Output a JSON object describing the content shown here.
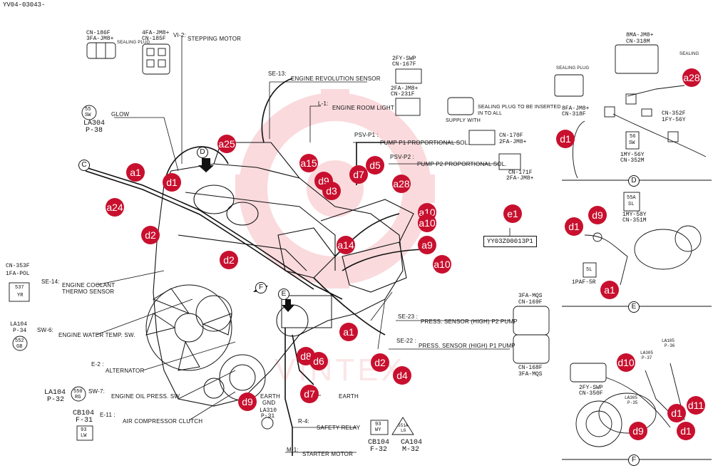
{
  "header": {
    "drawing_code": "YV04-03043-"
  },
  "part_number": "YY03Z00013P1",
  "labels": [
    {
      "id": "vi2",
      "text": "VI-2:"
    },
    {
      "id": "stepping",
      "text": "STEPPING MOTOR"
    },
    {
      "id": "se13",
      "text": "SE-13:"
    },
    {
      "id": "ers",
      "text": "ENGINE REVOLUTION SENSOR"
    },
    {
      "id": "l1",
      "text": "L-1:"
    },
    {
      "id": "erl",
      "text": "ENGINE ROOM LIGHT"
    },
    {
      "id": "sealplug",
      "text": "SEALING PLUG TO BE INSERTED"
    },
    {
      "id": "inall",
      "text": "IN TO ALL"
    },
    {
      "id": "supply",
      "text": "SUPPLY WITH"
    },
    {
      "id": "psvp1",
      "text": "PSV-P1 :"
    },
    {
      "id": "pp1",
      "text": "PUMP P1 PROPORTIONAL SOL."
    },
    {
      "id": "psvp2",
      "text": "PSV-P2 :"
    },
    {
      "id": "pp2",
      "text": "PUMP P2 PROPORTIONAL SOL."
    },
    {
      "id": "glow",
      "text": "GLOW"
    },
    {
      "id": "se14",
      "text": "SE-14:"
    },
    {
      "id": "ects",
      "text": "ENGINE COOLANT"
    },
    {
      "id": "ects2",
      "text": "THERMO SENSOR"
    },
    {
      "id": "sw6",
      "text": "SW-6:"
    },
    {
      "id": "ewt",
      "text": "ENGINE WATER TEMP. SW."
    },
    {
      "id": "e2",
      "text": "E-2 :"
    },
    {
      "id": "alt",
      "text": "ALTERNATOR"
    },
    {
      "id": "sw7",
      "text": "SW-7:"
    },
    {
      "id": "eop",
      "text": "ENGINE OIL PRESS. SW."
    },
    {
      "id": "e11",
      "text": "E-11 :"
    },
    {
      "id": "acc",
      "text": "AIR COMPRESSOR CLUTCH"
    },
    {
      "id": "earth1",
      "text": "EARTH"
    },
    {
      "id": "gnd",
      "text": "GND"
    },
    {
      "id": "earth2",
      "text": "EARTH"
    },
    {
      "id": "r4",
      "text": "R-4:"
    },
    {
      "id": "safety",
      "text": "SAFETY RELAY"
    },
    {
      "id": "m1",
      "text": "M-1:"
    },
    {
      "id": "starter",
      "text": "STARTER MOTOR"
    },
    {
      "id": "se23",
      "text": "SE-23 :"
    },
    {
      "id": "p2pump",
      "text": "PRESS. SENSOR (HIGH) P2 PUMP"
    },
    {
      "id": "se22",
      "text": "SE-22 :"
    },
    {
      "id": "p1pump",
      "text": "PRESS. SENSOR (HIGH) P1 PUMP"
    },
    {
      "id": "sealing",
      "text": "SEALING PLUG"
    },
    {
      "id": "sealing2",
      "text": "SEALING PLUG"
    },
    {
      "id": "sealing3",
      "text": "SEALING"
    },
    {
      "id": "watermark",
      "text": "VINTEX"
    }
  ],
  "codes": [
    {
      "id": "c1",
      "text": "CN-186F"
    },
    {
      "id": "c2",
      "text": "3FA-JM8+"
    },
    {
      "id": "c3",
      "text": "4FA-JM8+"
    },
    {
      "id": "c4",
      "text": "CN-185F"
    },
    {
      "id": "c5",
      "text": "2FY-SWP"
    },
    {
      "id": "c6",
      "text": "CN-167F"
    },
    {
      "id": "c7",
      "text": "2FA-JM8+"
    },
    {
      "id": "c8",
      "text": "CN-231F"
    },
    {
      "id": "c9",
      "text": "CN-170F"
    },
    {
      "id": "c10",
      "text": "2FA-JM8+"
    },
    {
      "id": "c11",
      "text": "CN-171F"
    },
    {
      "id": "c12",
      "text": "2FA-JM8+"
    },
    {
      "id": "c13",
      "text": "LA304"
    },
    {
      "id": "c14",
      "text": "P-38"
    },
    {
      "id": "c15",
      "text": "CN-353F"
    },
    {
      "id": "c16",
      "text": "1FA-POL"
    },
    {
      "id": "c17",
      "text": "LA104"
    },
    {
      "id": "c18",
      "text": "P-34"
    },
    {
      "id": "c19",
      "text": "LA104"
    },
    {
      "id": "c20",
      "text": "P-32"
    },
    {
      "id": "c21",
      "text": "CB104"
    },
    {
      "id": "c22",
      "text": "F-31"
    },
    {
      "id": "c23",
      "text": "LA310"
    },
    {
      "id": "c24",
      "text": "P-31"
    },
    {
      "id": "c25",
      "text": "CB104"
    },
    {
      "id": "c26",
      "text": "F-32"
    },
    {
      "id": "c27",
      "text": "CA104"
    },
    {
      "id": "c28",
      "text": "M-32"
    },
    {
      "id": "c29",
      "text": "3FA-MQS"
    },
    {
      "id": "c30",
      "text": "CN-169F"
    },
    {
      "id": "c31",
      "text": "CN-168F"
    },
    {
      "id": "c32",
      "text": "3FA-MQS"
    },
    {
      "id": "c33",
      "text": "8MA-JM8+"
    },
    {
      "id": "c34",
      "text": "CN-318M"
    },
    {
      "id": "c35",
      "text": "8FA-JM8+"
    },
    {
      "id": "c36",
      "text": "CN-318F"
    },
    {
      "id": "c37",
      "text": "CN-352F"
    },
    {
      "id": "c38",
      "text": "1FY-56Y"
    },
    {
      "id": "c39",
      "text": "1MY-56Y"
    },
    {
      "id": "c40",
      "text": "CN-352M"
    },
    {
      "id": "c41",
      "text": "1MY-58Y"
    },
    {
      "id": "c42",
      "text": "CN-351M"
    },
    {
      "id": "c43",
      "text": "1PAF-5R"
    },
    {
      "id": "c44",
      "text": "LA105"
    },
    {
      "id": "c45",
      "text": "P-36"
    },
    {
      "id": "c46",
      "text": "LA305"
    },
    {
      "id": "c47",
      "text": "P-37"
    },
    {
      "id": "c48",
      "text": "LA305"
    },
    {
      "id": "c49",
      "text": "P-35"
    },
    {
      "id": "c50",
      "text": "2FY-SWP"
    },
    {
      "id": "c51",
      "text": "CN-350F"
    }
  ],
  "pin_marks": [
    {
      "id": "p1",
      "text": "55"
    },
    {
      "id": "p2",
      "text": "SW"
    },
    {
      "id": "p3",
      "text": "537"
    },
    {
      "id": "p4",
      "text": "YR"
    },
    {
      "id": "p5",
      "text": "552"
    },
    {
      "id": "p6",
      "text": "GB"
    },
    {
      "id": "p7",
      "text": "550"
    },
    {
      "id": "p8",
      "text": "RG"
    },
    {
      "id": "p9",
      "text": "93"
    },
    {
      "id": "p10",
      "text": "LW"
    },
    {
      "id": "p11",
      "text": "93"
    },
    {
      "id": "p12",
      "text": "WY"
    },
    {
      "id": "p13",
      "text": "551A"
    },
    {
      "id": "p14",
      "text": "LG"
    },
    {
      "id": "p15",
      "text": "55A"
    },
    {
      "id": "p16",
      "text": "SL"
    },
    {
      "id": "p17",
      "text": "56"
    },
    {
      "id": "p18",
      "text": "SW"
    },
    {
      "id": "p19",
      "text": "5L"
    }
  ],
  "view_markers": [
    {
      "id": "vC",
      "text": "C"
    },
    {
      "id": "vD",
      "text": "D"
    },
    {
      "id": "vE",
      "text": "E"
    },
    {
      "id": "vF",
      "text": "F"
    },
    {
      "id": "vD2",
      "text": "D"
    },
    {
      "id": "vE2",
      "text": "E"
    },
    {
      "id": "vF2",
      "text": "F"
    }
  ],
  "callouts": [
    {
      "id": "k1",
      "text": "a25"
    },
    {
      "id": "k2",
      "text": "a1"
    },
    {
      "id": "k3",
      "text": "d1"
    },
    {
      "id": "k4",
      "text": "a24"
    },
    {
      "id": "k5",
      "text": "d2"
    },
    {
      "id": "k6",
      "text": "d2"
    },
    {
      "id": "k7",
      "text": "a15"
    },
    {
      "id": "k8",
      "text": "d9"
    },
    {
      "id": "k9",
      "text": "d3"
    },
    {
      "id": "k10",
      "text": "d7"
    },
    {
      "id": "k11",
      "text": "d5"
    },
    {
      "id": "k12",
      "text": "a28"
    },
    {
      "id": "k13",
      "text": "a14"
    },
    {
      "id": "k14",
      "text": "a10"
    },
    {
      "id": "k15",
      "text": "a10"
    },
    {
      "id": "k16",
      "text": "a9"
    },
    {
      "id": "k17",
      "text": "a10"
    },
    {
      "id": "k18",
      "text": "e1"
    },
    {
      "id": "k19",
      "text": "a1"
    },
    {
      "id": "k20",
      "text": "d8"
    },
    {
      "id": "k21",
      "text": "d6"
    },
    {
      "id": "k22",
      "text": "d2"
    },
    {
      "id": "k23",
      "text": "d4"
    },
    {
      "id": "k24",
      "text": "d7"
    },
    {
      "id": "k25",
      "text": "d9"
    },
    {
      "id": "k26",
      "text": "a28"
    },
    {
      "id": "k27",
      "text": "d1"
    },
    {
      "id": "k28",
      "text": "d1"
    },
    {
      "id": "k29",
      "text": "d9"
    },
    {
      "id": "k30",
      "text": "a1"
    },
    {
      "id": "k31",
      "text": "d10"
    },
    {
      "id": "k32",
      "text": "d11"
    },
    {
      "id": "k33",
      "text": "d1"
    },
    {
      "id": "k34",
      "text": "d9"
    },
    {
      "id": "k35",
      "text": "d1"
    }
  ],
  "colors": {
    "callout": "#c8102e",
    "watermark": "#e63946",
    "line": "#111111"
  }
}
